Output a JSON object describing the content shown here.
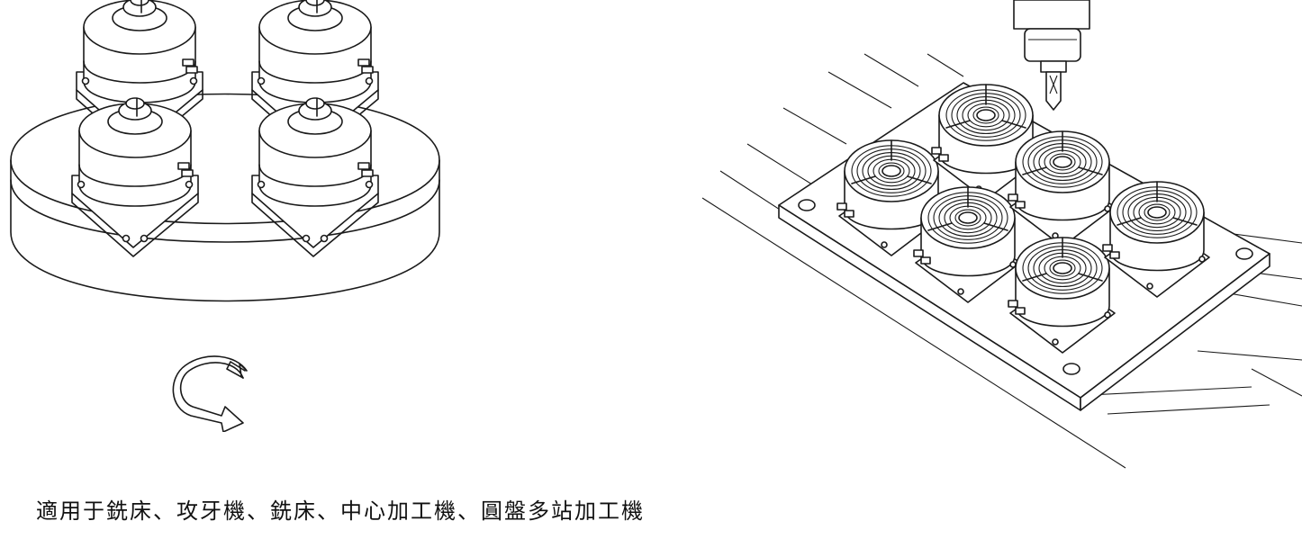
{
  "caption": {
    "text": "適用于銑床、攻牙機、銑床、中心加工機、圓盤多站加工機"
  },
  "figures": [
    {
      "id": "rotary-table",
      "chuck_count": 4,
      "shows_rotation_arrow": true
    },
    {
      "id": "pallet-plate",
      "chuck_count": 6,
      "shows_spindle": true
    }
  ],
  "colors": {
    "ink": "#1a1a1a",
    "background": "#ffffff"
  }
}
